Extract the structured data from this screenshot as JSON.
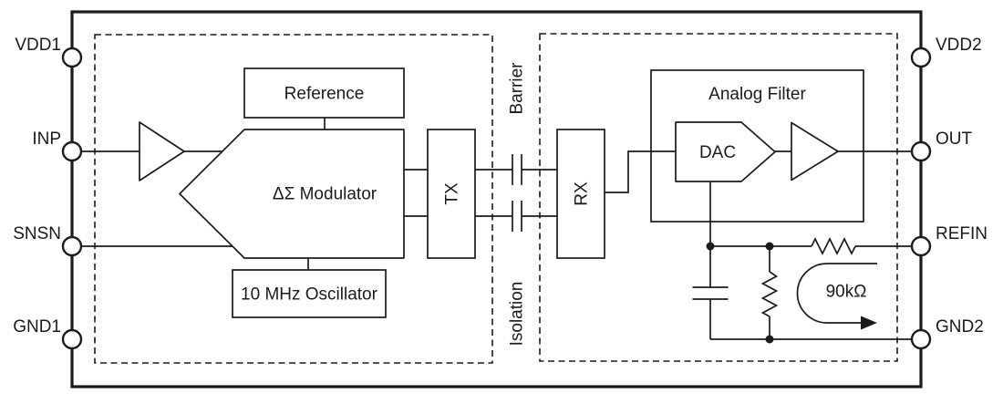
{
  "colors": {
    "line": "#1b1b1b",
    "background": "#ffffff"
  },
  "pins": {
    "left": [
      {
        "label": "VDD1"
      },
      {
        "label": "INP"
      },
      {
        "label": "SNSN"
      },
      {
        "label": "GND1"
      }
    ],
    "right": [
      {
        "label": "VDD2"
      },
      {
        "label": "OUT"
      },
      {
        "label": "REFIN"
      },
      {
        "label": "GND2"
      }
    ]
  },
  "blocks": {
    "reference": {
      "label": "Reference"
    },
    "modulator": {
      "label": "ΔΣ Modulator"
    },
    "oscillator": {
      "label": "10 MHz Oscillator"
    },
    "tx": {
      "label": "TX"
    },
    "rx": {
      "label": "RX"
    },
    "analog_filter": {
      "label": "Analog Filter"
    },
    "dac": {
      "label": "DAC"
    }
  },
  "isolation_labels": {
    "top": "Barrier",
    "bottom": "Isolation"
  },
  "annotations": {
    "feedback_resistance": "90kΩ"
  }
}
